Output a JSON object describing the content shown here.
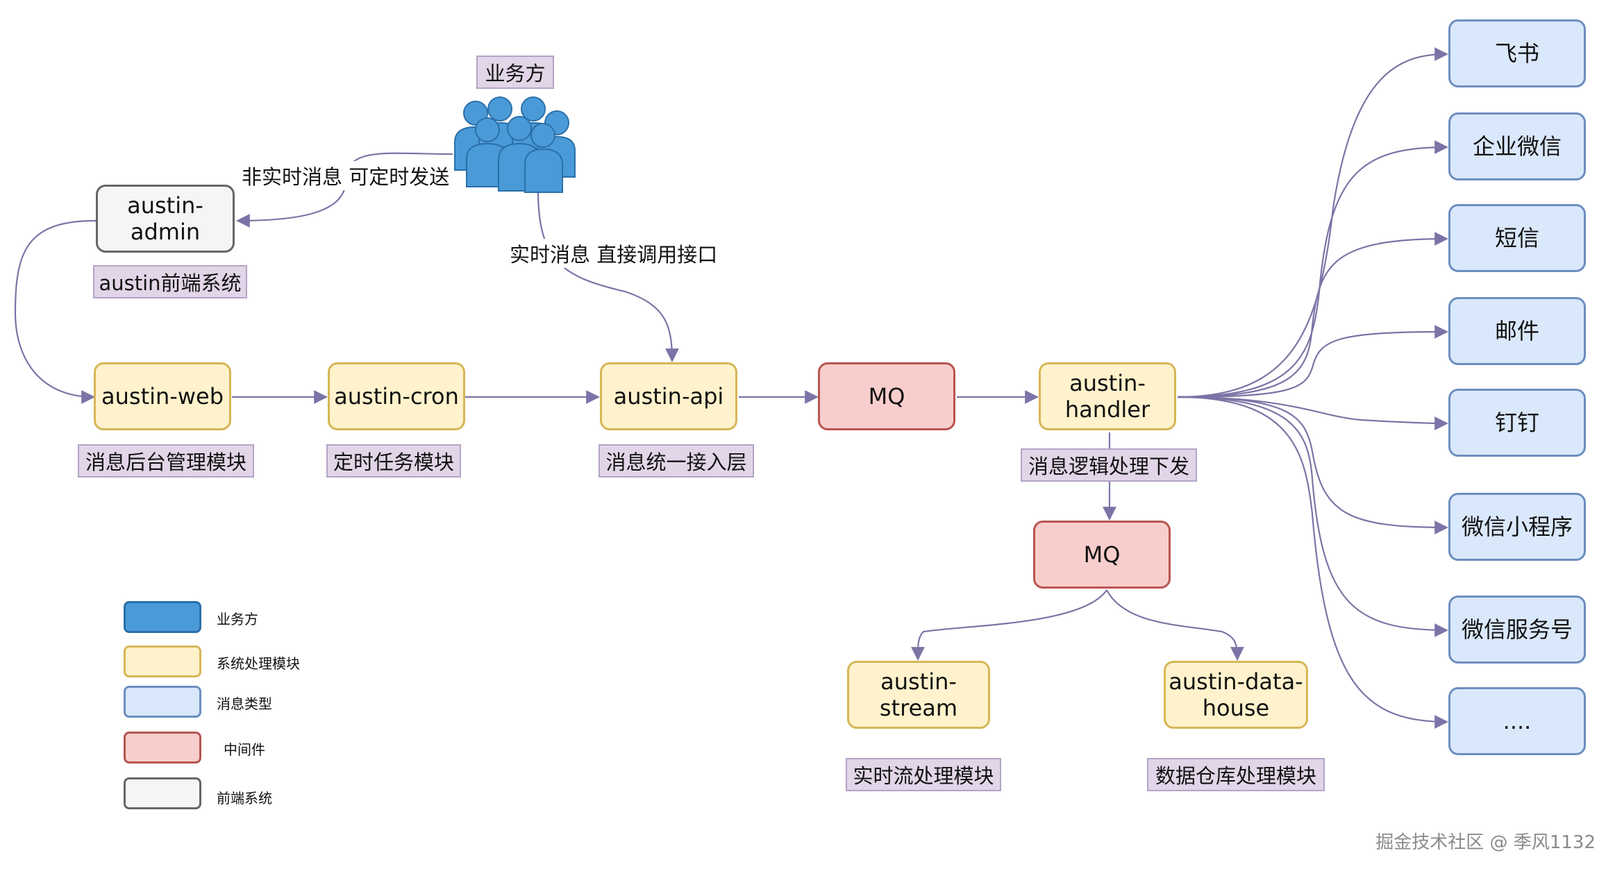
{
  "colors": {
    "business": "#4a9ad8",
    "system": "#fff2cc",
    "message": "#dae8fc",
    "middleware": "#f8cecc",
    "frontend": "#f5f5f5",
    "edge": "#7b74a6",
    "tag": "#e1d5e7"
  },
  "business_party": {
    "label": "业务方",
    "icon": "people-group-icon"
  },
  "nodes": {
    "admin": {
      "label": "austin-admin",
      "tag": "austin前端系统"
    },
    "web": {
      "label": "austin-web",
      "tag": "消息后台管理模块"
    },
    "cron": {
      "label": "austin-cron",
      "tag": "定时任务模块"
    },
    "api": {
      "label": "austin-api",
      "tag": "消息统一接入层"
    },
    "mq1": {
      "label": "MQ"
    },
    "handler": {
      "label": "austin-\nhandler",
      "tag": "消息逻辑处理下发"
    },
    "mq2": {
      "label": "MQ"
    },
    "stream": {
      "label": "austin-\nstream",
      "tag": "实时流处理模块"
    },
    "datahouse": {
      "label": "austin-data-\nhouse",
      "tag": "数据仓库处理模块"
    }
  },
  "channels": [
    "飞书",
    "企业微信",
    "短信",
    "邮件",
    "钉钉",
    "微信小程序",
    "微信服务号",
    "...."
  ],
  "edge_labels": {
    "to_admin": "非实时消息 可定时发送",
    "to_api": "实时消息 直接调用接口"
  },
  "legend": [
    {
      "label": "业务方",
      "fill": "#4a9ad8",
      "stroke": "#2a6fa8"
    },
    {
      "label": "系统处理模块",
      "fill": "#fff2cc",
      "stroke": "#d6b656"
    },
    {
      "label": "消息类型",
      "fill": "#dae8fc",
      "stroke": "#6c8ebf"
    },
    {
      "label": "中间件",
      "fill": "#f8cecc",
      "stroke": "#b85450"
    },
    {
      "label": "前端系统",
      "fill": "#f5f5f5",
      "stroke": "#666666"
    }
  ],
  "watermark": "掘金技术社区 @ 季风1132"
}
